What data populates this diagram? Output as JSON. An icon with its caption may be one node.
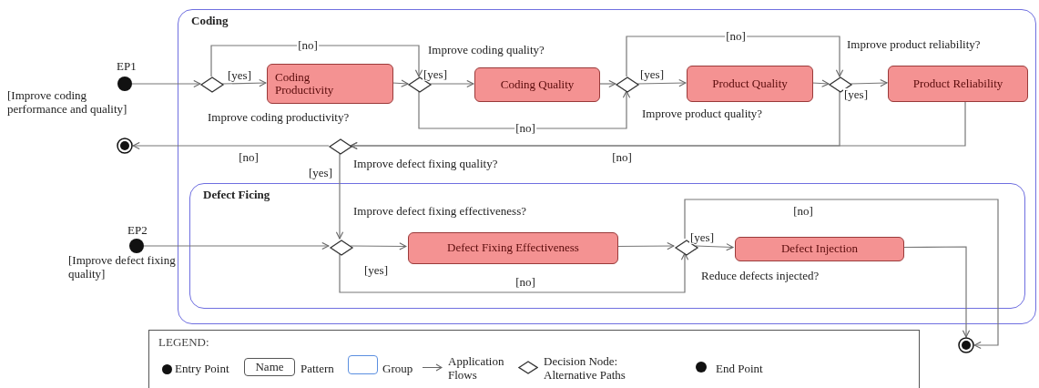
{
  "diagram": {
    "nodes": [
      {
        "text": [
          "Coding"
        ]
      },
      {
        "text": [
          "Defect Ficing"
        ],
        "in": 0
      },
      {
        "text": [],
        "shape": "circle",
        "beside": [
          "EP1",
          "[Improve coding performance and quality]"
        ]
      },
      {
        "text": [],
        "shape": "diamond",
        "in": 0
      },
      {
        "text": [
          "Coding Productivity"
        ],
        "in": 0
      },
      {
        "text": [],
        "shape": "diamond",
        "in": 0
      },
      {
        "text": [
          "Coding Quality"
        ],
        "in": 0
      },
      {
        "text": [],
        "shape": "diamond",
        "in": 0
      },
      {
        "text": [
          "Product Quality"
        ],
        "in": 0
      },
      {
        "text": [],
        "shape": "diamond",
        "in": 0
      },
      {
        "text": [
          "Product Reliability"
        ],
        "in": 0
      },
      {
        "text": [],
        "shape": "diamond",
        "in": 0,
        "beside": [
          "Improve defect fixing quality?"
        ]
      },
      {
        "text": [],
        "shape": "bullseye"
      },
      {
        "text": [],
        "shape": "circle",
        "beside": [
          "EP2",
          "[Improve defect fixing quality]"
        ]
      },
      {
        "text": [],
        "shape": "diamond",
        "in": 1,
        "beside": [
          "Improve defect fixing effectiveness?"
        ]
      },
      {
        "text": [
          "Defect Fixing Effectiveness"
        ],
        "in": 1
      },
      {
        "text": [],
        "shape": "diamond",
        "in": 1,
        "beside": [
          "Reduce defects injected?"
        ]
      },
      {
        "text": [
          "Defect Injection"
        ],
        "in": 1
      },
      {
        "text": [],
        "shape": "bullseye"
      }
    ],
    "edges": [
      {
        "from": 2,
        "to": 3,
        "arrow": "to"
      },
      {
        "from": 3,
        "to": 4,
        "arrow": "to",
        "label": "[yes]"
      },
      {
        "from": 3,
        "to": 5,
        "arrow": "to",
        "label": "[no]"
      },
      {
        "from": 4,
        "to": 5,
        "arrow": "to"
      },
      {
        "from": 5,
        "to": 6,
        "arrow": "to",
        "label": "[yes]"
      },
      {
        "from": 5,
        "to": 7,
        "arrow": "to",
        "label": "[no]"
      },
      {
        "from": 6,
        "to": 7,
        "arrow": "to"
      },
      {
        "from": 7,
        "to": 8,
        "arrow": "to",
        "label": "[yes]"
      },
      {
        "from": 7,
        "to": 9,
        "arrow": "to",
        "label": "[no]"
      },
      {
        "from": 8,
        "to": 9,
        "arrow": "to"
      },
      {
        "from": 9,
        "to": 10,
        "arrow": "to",
        "label": "[yes]"
      },
      {
        "from": 9,
        "to": 11,
        "arrow": "to",
        "label": "[no]"
      },
      {
        "from": 10,
        "to": 11,
        "arrow": "to"
      },
      {
        "from": 11,
        "to": 12,
        "arrow": "to",
        "label": "[no]"
      },
      {
        "from": 11,
        "to": 14,
        "arrow": "to",
        "label": "[yes]"
      },
      {
        "from": 13,
        "to": 14,
        "arrow": "to"
      },
      {
        "from": 14,
        "to": 15,
        "arrow": "to",
        "label": "[yes]"
      },
      {
        "from": 14,
        "to": 16,
        "arrow": "to",
        "label": "[no]"
      },
      {
        "from": 15,
        "to": 16,
        "arrow": "to"
      },
      {
        "from": 16,
        "to": 17,
        "arrow": "to",
        "label": "[yes]"
      },
      {
        "from": 16,
        "to": 18,
        "arrow": "to",
        "label": "[no]"
      },
      {
        "from": 17,
        "to": 18,
        "arrow": "to"
      }
    ],
    "labels": [
      "Improve coding quality?",
      "Improve product reliability?",
      "Improve coding productivity?",
      "Improve product quality?",
      "LEGEND:",
      "Name"
    ],
    "legend": [
      {
        "text": "Entry Point"
      },
      {
        "text": "Pattern"
      },
      {
        "text": "Group"
      },
      {
        "text": "Application Flows"
      },
      {
        "text": "Decision Node: Alternative Paths"
      },
      {
        "text": "End Point"
      }
    ]
  }
}
